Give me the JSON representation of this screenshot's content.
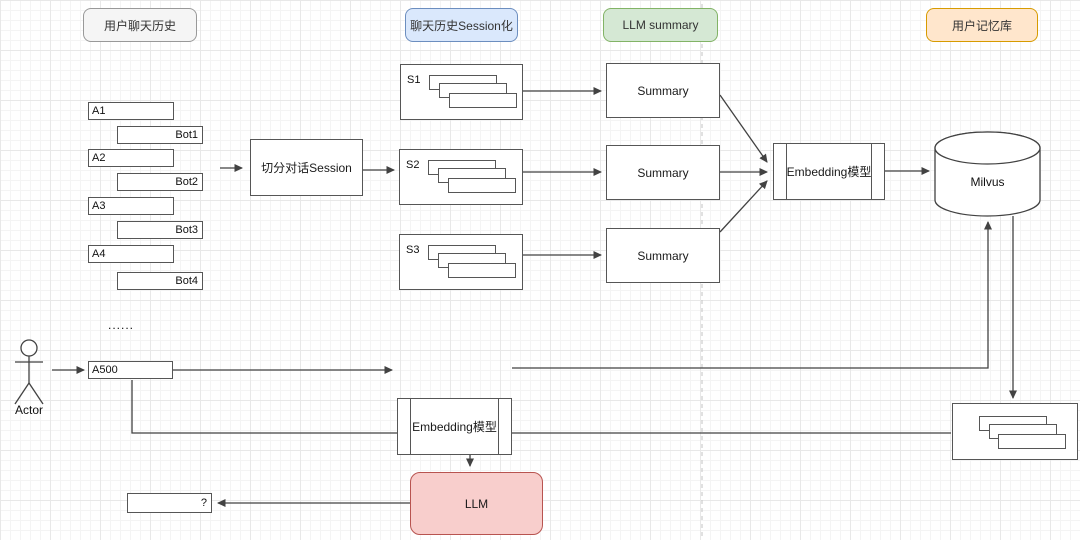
{
  "headers": {
    "chat_history": {
      "label": "用户聊天历史",
      "fill": "#f5f5f5",
      "border": "#999999"
    },
    "sessionize": {
      "label": "聊天历史Session化",
      "fill": "#dae8fc",
      "border": "#6c8ebf"
    },
    "llm_summary": {
      "label": "LLM summary",
      "fill": "#d5e8d4",
      "border": "#82b366"
    },
    "memory_store": {
      "label": "用户记忆库",
      "fill": "#ffe6cc",
      "border": "#d79b00"
    }
  },
  "chat": {
    "messages": [
      {
        "label": "A1",
        "side": "user"
      },
      {
        "label": "Bot1",
        "side": "bot"
      },
      {
        "label": "A2",
        "side": "user"
      },
      {
        "label": "Bot2",
        "side": "bot"
      },
      {
        "label": "A3",
        "side": "user"
      },
      {
        "label": "Bot3",
        "side": "bot"
      },
      {
        "label": "A4",
        "side": "user"
      },
      {
        "label": "Bot4",
        "side": "bot"
      }
    ],
    "ellipsis": "......"
  },
  "nodes": {
    "split_session": {
      "label": "切分对话Session"
    },
    "sessions": [
      {
        "label": "S1"
      },
      {
        "label": "S2"
      },
      {
        "label": "S3"
      }
    ],
    "summaries": [
      {
        "label": "Summary"
      },
      {
        "label": "Summary"
      },
      {
        "label": "Summary"
      }
    ],
    "embedding_top": {
      "label": "Embedding模型"
    },
    "embedding_bottom": {
      "label": "Embedding模型"
    },
    "milvus": {
      "label": "Milvus"
    },
    "llm": {
      "label": "LLM",
      "fill": "#f8cecc",
      "border": "#b85450"
    },
    "query": {
      "label": "A500"
    },
    "answer": {
      "label": "?"
    },
    "actor": {
      "label": "Actor"
    }
  },
  "style": {
    "line_color": "#424242",
    "dashed_divider_color": "#c3c3c3",
    "grid_minor": "#f4f4f4",
    "grid_major": "#e8e8e8",
    "background": "#ffffff"
  }
}
